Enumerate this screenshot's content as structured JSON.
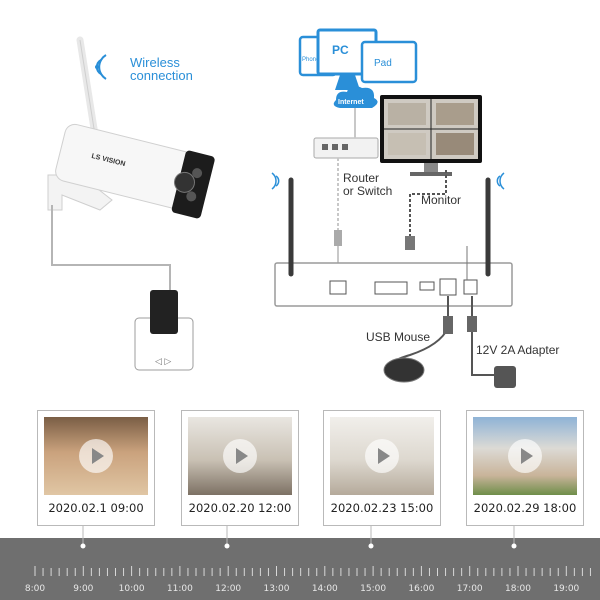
{
  "labels": {
    "wireless": [
      "Wireless",
      "connection"
    ],
    "pc": "PC",
    "pad": "Pad",
    "phone": "Phone",
    "internet": "Internet",
    "router": [
      "Router",
      "or Switch"
    ],
    "monitor": "Monitor",
    "usb_mouse": "USB Mouse",
    "adapter": "12V 2A Adapter",
    "camera_brand": "LS VISION"
  },
  "recordings": [
    {
      "caption": "2020.02.1  09:00"
    },
    {
      "caption": "2020.02.20  12:00"
    },
    {
      "caption": "2020.02.23  15:00"
    },
    {
      "caption": "2020.02.29  18:00"
    }
  ],
  "timeline": {
    "hours": [
      "8:00",
      "9:00",
      "10:00",
      "11:00",
      "12:00",
      "13:00",
      "14:00",
      "15:00",
      "16:00",
      "17:00",
      "18:00",
      "19:00"
    ]
  },
  "colors": {
    "accent": "#2a8fd8",
    "timeline": "#6f6f6f"
  }
}
